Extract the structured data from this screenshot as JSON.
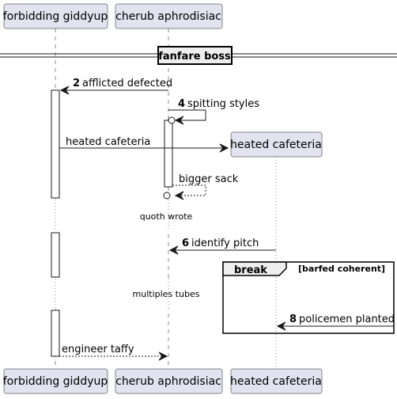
{
  "participants": {
    "p1": "forbidding giddyup",
    "p2": "cherub aphrodisiac",
    "p3": "heated cafeteria"
  },
  "divider": "fanfare boss",
  "messages": {
    "m2": {
      "num": "2",
      "label": "afflicted defected"
    },
    "m4": {
      "num": "4",
      "label": "spitting styles"
    },
    "create": {
      "label": "heated cafeteria"
    },
    "ret": {
      "label": "bigger sack"
    },
    "m6": {
      "num": "6",
      "label": "identify pitch"
    },
    "m8": {
      "num": "8",
      "label": "policemen planted"
    },
    "last": {
      "label": "engineer taffy"
    }
  },
  "delays": {
    "d1": "quoth wrote",
    "d2": "multiples tubes"
  },
  "group": {
    "title": "break",
    "guard": "[barfed coherent]"
  }
}
